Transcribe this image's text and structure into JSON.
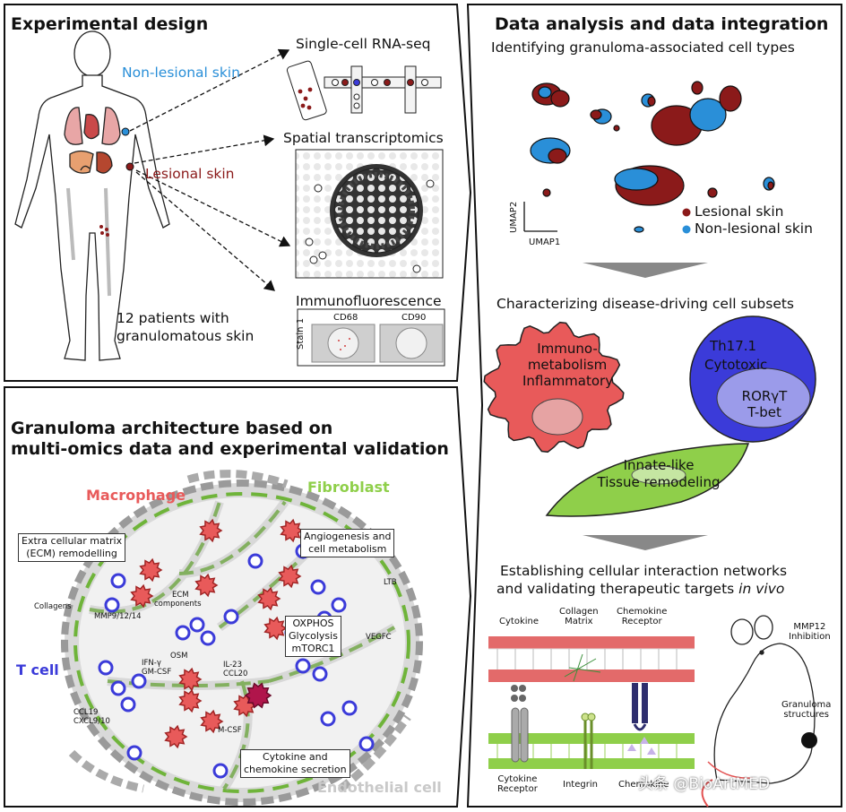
{
  "panel_design": {
    "title": "Experimental design",
    "non_lesional": "Non-lesional skin",
    "lesional": "Lesional skin",
    "patients": "12 patients with granulomatous skin",
    "scrnaseq": "Single-cell RNA-seq",
    "spatial": "Spatial transcriptomics",
    "immuno": "Immunofluorescence",
    "stain": "Stain 1",
    "cd68": "CD68",
    "cd90": "CD90"
  },
  "panel_architecture": {
    "title_line1": "Granuloma architecture based on",
    "title_line2": "multi-omics data and experimental validation",
    "macrophage": "Macrophage",
    "fibroblast": "Fibroblast",
    "tcell": "T cell",
    "endothelial": "Endothelial cell",
    "ecm_box_line1": "Extra cellular matrix",
    "ecm_box_line2": "(ECM) remodelling",
    "angio_line1": "Angiogenesis and",
    "angio_line2": "cell metabolism",
    "oxphos_line1": "OXPHOS",
    "oxphos_line2": "Glycolysis",
    "oxphos_line3": "mTORC1",
    "cytokine_line1": "Cytokine and",
    "cytokine_line2": "chemokine secretion",
    "collagens": "Collagens",
    "mmp": "MMP9/12/14",
    "ecm_comp1": "ECM",
    "ecm_comp2": "components",
    "osm": "OSM",
    "il23": "IL-23",
    "ccl20": "CCL20",
    "ifn": "IFN-γ",
    "gmcsf": "GM-CSF",
    "ccl19": "CCL19",
    "cxcl": "CXCL9/10",
    "mcsf": "M-CSF",
    "ltb": "LTB",
    "vegfc": "VEGFC"
  },
  "panel_analysis": {
    "title": "Data analysis and data integration",
    "sec1": "Identifying granuloma-associated cell types",
    "umap1": "UMAP1",
    "umap2": "UMAP2",
    "legend_lesional": "Lesional skin",
    "legend_nonlesional": "Non-lesional skin",
    "sec2": "Characterizing disease-driving cell subsets",
    "mac_line1": "Immuno-",
    "mac_line2": "metabolism",
    "mac_line3": "Inflammatory",
    "tc_line1": "Th17.1",
    "tc_line2": "Cytotoxic",
    "tc_line3": "RORγT",
    "tc_line4": "T-bet",
    "fb_line1": "Innate-like",
    "fb_line2": "Tissue remodeling",
    "sec3_line1": "Establishing cellular interaction networks",
    "sec3_line2a": "and validating therapeutic targets ",
    "sec3_line2b": "in vivo",
    "cytokine": "Cytokine",
    "collagen_line1": "Collagen",
    "collagen_line2": "Matrix",
    "chemokine_line1": "Chemokine",
    "chemokine_line2": "Receptor",
    "cyto_rec_line1": "Cytokine",
    "cyto_rec_line2": "Receptor",
    "integrin": "Integrin",
    "chemokine_bottom": "Chemokine",
    "mmp12_line1": "MMP12",
    "mmp12_line2": "Inhibition",
    "granuloma_line1": "Granuloma",
    "granuloma_line2": "structures",
    "watermark": "头条 @BioArtMED"
  },
  "colors": {
    "lesional": "#8b1a1a",
    "nonlesional": "#2a8fd8",
    "macrophage": "#e85a5a",
    "tcell": "#3b3bd9",
    "fibroblast": "#8fcf4a",
    "endothelial": "#c9c9c9"
  }
}
